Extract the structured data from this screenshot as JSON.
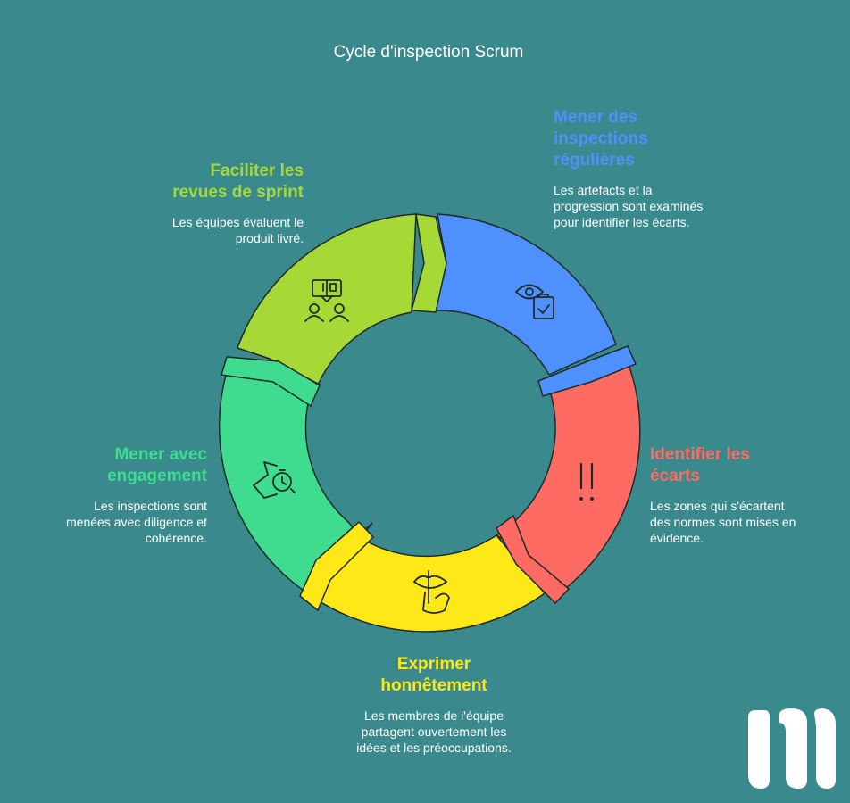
{
  "title": "Cycle d'inspection Scrum",
  "colors": {
    "background": "#3a8a8d",
    "blue": "#4d90fe",
    "red": "#ff6b63",
    "yellow": "#ffe817",
    "green": "#3fdc8f",
    "lime": "#a6d936"
  },
  "steps": [
    {
      "title": "Mener des inspections régulières",
      "description": "Les artefacts et la progression sont examinés pour identifier les écarts.",
      "icon": "eye-clipboard-icon",
      "color": "#4d90fe"
    },
    {
      "title": "Identifier les écarts",
      "description": "Les zones qui s'écartent des normes sont mises en évidence.",
      "icon": "exclamation-icon",
      "color": "#ff6b63"
    },
    {
      "title": "Exprimer honnêtement",
      "description": "Les membres de l'équipe partagent ouvertement les idées et les préoccupations.",
      "icon": "shush-icon",
      "color": "#ffe817"
    },
    {
      "title": "Mener avec engagement",
      "description": "Les inspections sont menées avec diligence et cohérence.",
      "icon": "hand-stopwatch-icon",
      "color": "#3fdc8f"
    },
    {
      "title": "Faciliter les revues de sprint",
      "description": "Les équipes évaluent le produit livré.",
      "icon": "people-discussion-icon",
      "color": "#a6d936"
    }
  ]
}
